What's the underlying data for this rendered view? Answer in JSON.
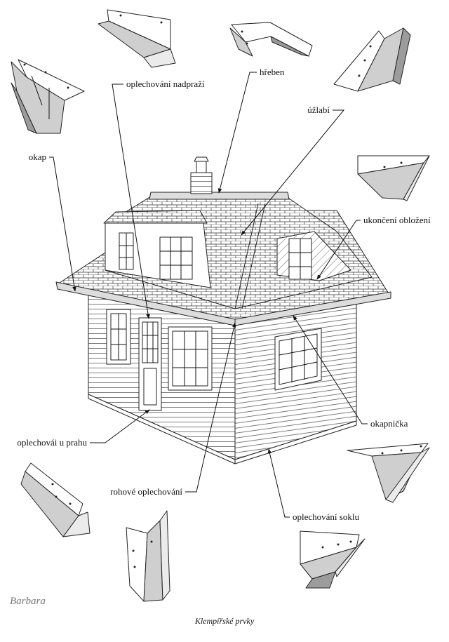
{
  "labels": {
    "oplechovani_nadprazi": "oplechování nadpraží",
    "hreben": "hřeben",
    "uzlabi": "úžlabí",
    "okap": "okap",
    "ukonceni_oblozeni": "ukončení obložení",
    "okapnicka": "okapnička",
    "oplechovani_u_prahu": "oplechovái u prahu",
    "rohove_oplechovani": "rohové oplechování",
    "oplechovani_soklu": "oplechování soklu"
  },
  "signature": "Barbara",
  "caption": "Klempířské prvky",
  "colors": {
    "ink": "#111111",
    "metal_light": "#ebebeb",
    "metal_mid": "#cfcfcf",
    "metal_dark": "#9c9c9c"
  }
}
